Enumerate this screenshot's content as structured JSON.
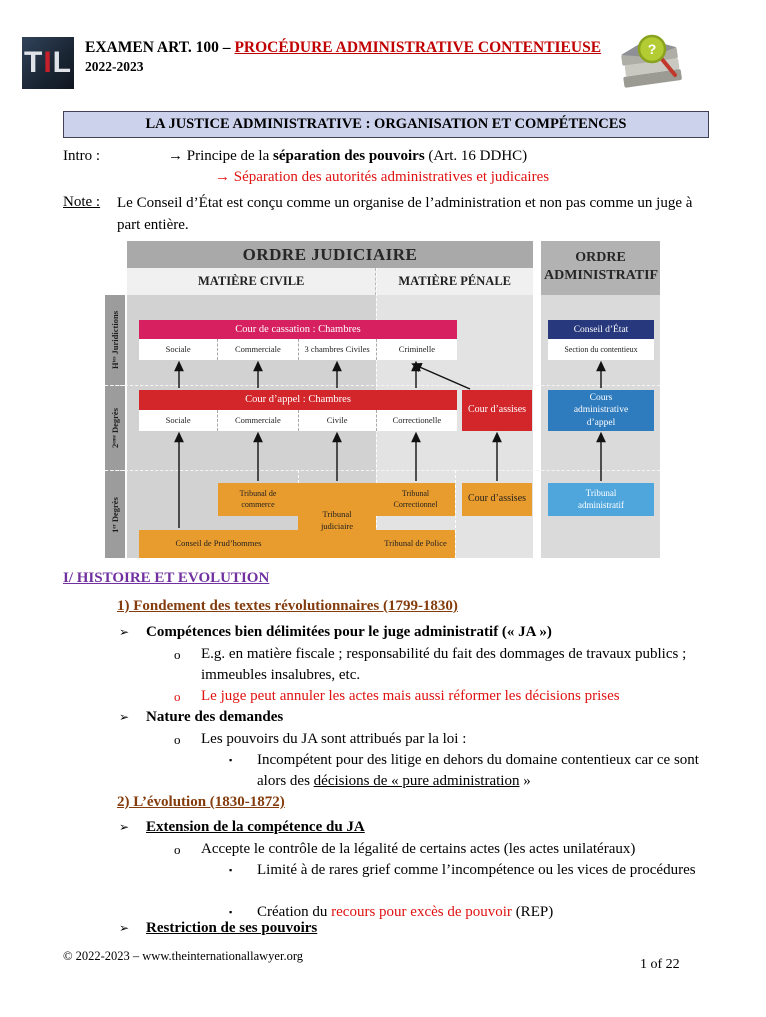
{
  "colors": {
    "title_red": "#c00000",
    "text_red": "#e01212",
    "heading_purple": "#7030a0",
    "heading_brown": "#843c0c",
    "banner_bg": "#ccd2ec",
    "banner_border": "#404057",
    "cassation_pink": "#d6205f",
    "appel_red": "#d2262b",
    "conseil_navy": "#27387d",
    "caa_blue": "#2e7bbd",
    "ta_blue": "#4fa6dc",
    "tribunal_orange": "#e99c2e",
    "zone_civil": "#d2d2d2",
    "zone_penal": "#e3e3e3",
    "zone_admin": "#dadada",
    "header_gray": "#a9a9a9",
    "sidebar_gray": "#9c9c9c",
    "til_navy": "#1b2736",
    "til_red": "#c8202a"
  },
  "header": {
    "logo_t": "T",
    "logo_i": "I",
    "logo_l": "L",
    "title_prefix": "EXAMEN ART. 100 – ",
    "title_red": "PROCÉDURE ADMINISTRATIVE CONTENTIEUSE",
    "year": "2022-2023",
    "logo_question": "?"
  },
  "banner": {
    "title": "LA JUSTICE ADMINISTRATIVE : ORGANISATION ET COMPÉTENCES"
  },
  "intro": {
    "label": "Intro :",
    "arrow": "→",
    "l1_pre": "Principe de la ",
    "l1_bold": "séparation des pouvoirs",
    "l1_post": " (Art. 16 DDHC)",
    "l2": "Séparation des autorités administratives et judicaires"
  },
  "note": {
    "label": "Note :",
    "text": "Le Conseil d’État est conçu comme un organise de l’administration et non pas comme un juge à part entière."
  },
  "diagram": {
    "headers": {
      "judiciaire": "ORDRE JUDICIAIRE",
      "admin_l1": "ORDRE",
      "admin_l2": "ADMINISTRATIF",
      "civile": "MATIÈRE CIVILE",
      "penale": "MATIÈRE PÉNALE"
    },
    "sidebar": [
      "Hᵗᵉˢ Juridictions",
      "2ᵉᵐᵉ Degrès",
      "1ᵉʳ Degrès"
    ],
    "cassation": "Cour de cassation : Chambres",
    "cassation_cells": [
      "Sociale",
      "Commerciale",
      "3 chambres Civiles",
      "Criminelle"
    ],
    "conseil_etat": "Conseil d’État",
    "section_contentieux": "Section du contentieux",
    "cour_appel": "Cour d’appel : Chambres",
    "appel_cells": [
      "Sociale",
      "Commerciale",
      "Civile",
      "Correctionelle"
    ],
    "cour_assises_2": "Cour d’assises",
    "caa": "Cours administrative d’appel",
    "tribunal_commerce": "Tribunal de commerce",
    "tribunal_judiciaire": "Tribunal judiciaire",
    "tribunal_correctionnel": "Tribunal Correctionnel",
    "cour_assises_1": "Cour d’assises",
    "prudhommes": "Conseil de Prud’hommes",
    "tribunal_police": "Tribunal de Police",
    "tribunal_administratif": "Tribunal administratif"
  },
  "sections": {
    "h1": "I/ HISTOIRE ET EVOLUTION",
    "sub1": "1) Fondement des textes révolutionnaires (1799-1830)",
    "bullet_arrow": "➢",
    "bullet_o": "o",
    "bullet_sq": "▪",
    "b1": "Compétences bien délimitées pour le juge administratif (« JA »)",
    "b1a": "E.g. en matière fiscale ; responsabilité du fait des dommages de travaux publics ; immeubles insalubres, etc.",
    "b1b": "Le juge peut annuler les actes mais aussi réformer les décisions prises",
    "b2": "Nature des demandes",
    "b2a": "Les pouvoirs du JA sont attribués par la loi :",
    "b2a1_pre": "Incompétent pour des litige en dehors du domaine contentieux car ce sont alors des ",
    "b2a1_ul": "décisions de « pure administration",
    "b2a1_post": " »",
    "sub2": "2) L’évolution (1830-1872)",
    "b3": "Extension de la compétence du JA",
    "b3a": "Accepte le contrôle de la légalité de certains actes (les actes unilatéraux)",
    "b3a1": "Limité à de rares grief comme l’incompétence ou les vices de procédures",
    "b3a2_pre": "Création du ",
    "b3a2_red": "recours pour excès de pouvoir",
    "b3a2_post": " (REP)",
    "b4": "Restriction de ses pouvoirs"
  },
  "footer": {
    "left": "© 2022-2023 – www.theinternationallawyer.org",
    "right": "1 of 22"
  }
}
